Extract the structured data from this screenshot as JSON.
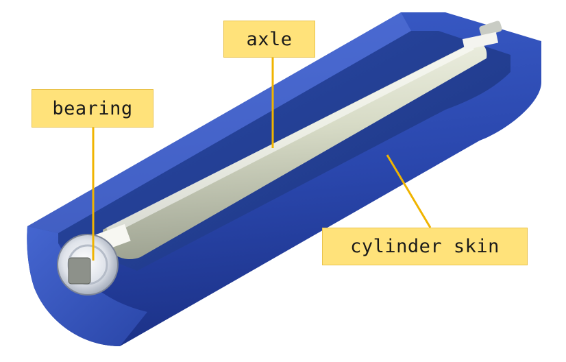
{
  "labels": {
    "axle": "axle",
    "bearing": "bearing",
    "cylinder_skin": "cylinder skin"
  },
  "colors": {
    "callout_fill": "#ffe27a",
    "leader_line": "#f0b400",
    "skin_blue": "#2f4fb3",
    "axle_fill": "#d9dccb"
  }
}
